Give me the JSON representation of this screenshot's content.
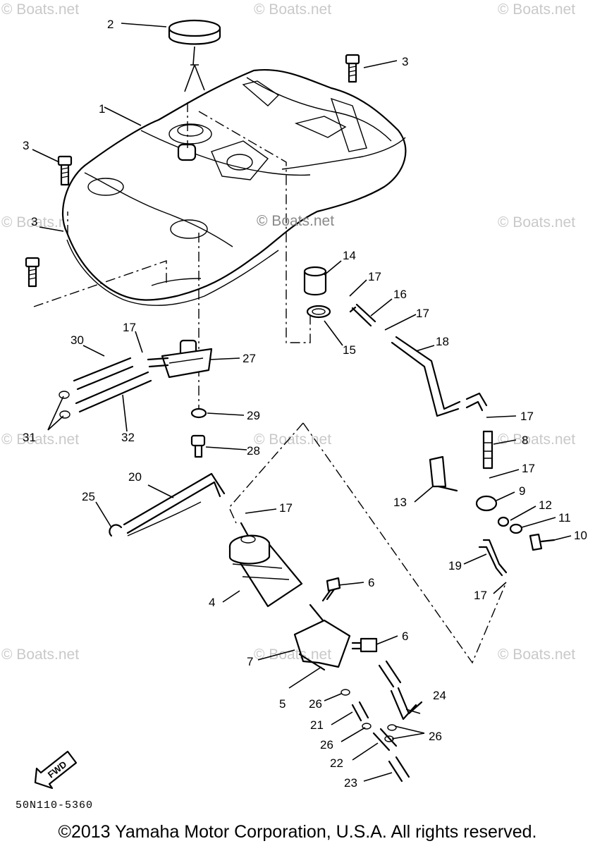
{
  "watermark": "© Boats.net",
  "diagram_code": "50N110-5360",
  "fwd_label": "FWD",
  "copyright": "©2013 Yamaha Motor Corporation, U.S.A. All rights reserved.",
  "callouts": {
    "c1": "1",
    "c2": "2",
    "c3a": "3",
    "c3b": "3",
    "c3c": "3",
    "c4": "4",
    "c5": "5",
    "c6a": "6",
    "c6b": "6",
    "c7": "7",
    "c8": "8",
    "c9": "9",
    "c10": "10",
    "c11": "11",
    "c12": "12",
    "c13": "13",
    "c14": "14",
    "c15": "15",
    "c16": "16",
    "c17a": "17",
    "c17b": "17",
    "c17c": "17",
    "c17d": "17",
    "c17e": "17",
    "c17f": "17",
    "c17g": "17",
    "c18": "18",
    "c19": "19",
    "c20": "20",
    "c21": "21",
    "c22": "22",
    "c23": "23",
    "c24": "24",
    "c25": "25",
    "c26a": "26",
    "c26b": "26",
    "c26c": "26",
    "c27": "27",
    "c28": "28",
    "c29": "29",
    "c30": "30",
    "c31": "31",
    "c32": "32"
  }
}
